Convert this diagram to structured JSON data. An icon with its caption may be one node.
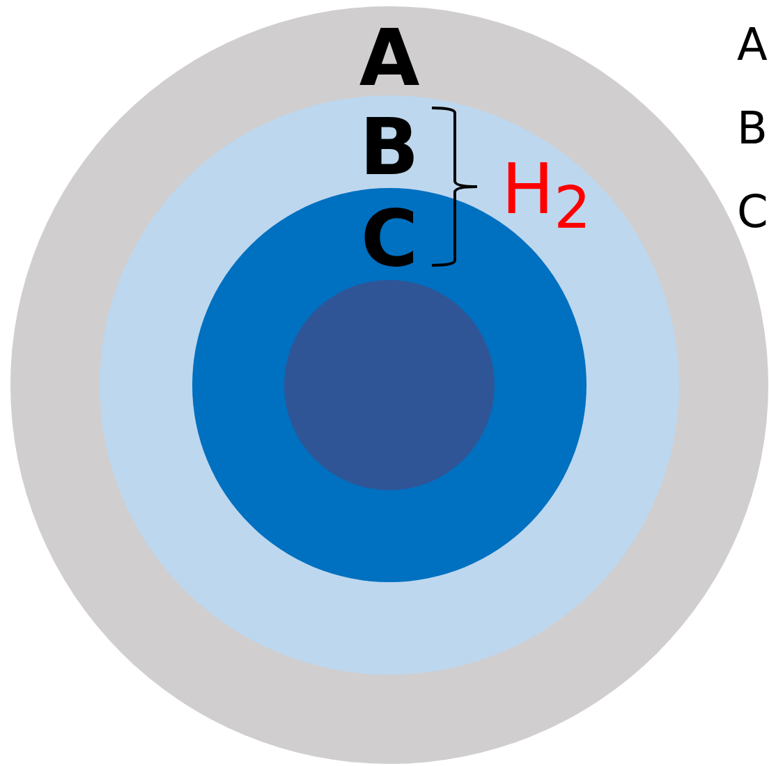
{
  "diagram": {
    "nodes": [
      {
        "text": [
          "A"
        ]
      },
      {
        "text": [
          "B"
        ],
        "in": 0
      },
      {
        "text": [
          "C"
        ],
        "in": 1
      },
      {
        "text": [],
        "shape": "circle",
        "in": 2
      }
    ],
    "edges": [],
    "labels": [
      "H$_{2}$",
      "A",
      "B",
      "C"
    ]
  }
}
